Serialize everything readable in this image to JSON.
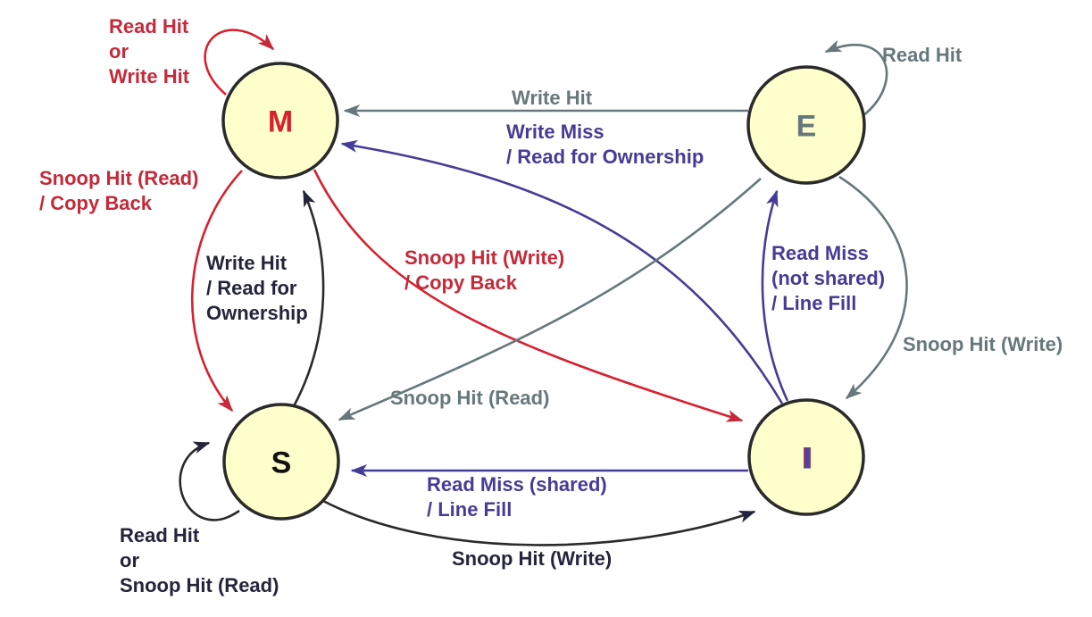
{
  "colors": {
    "background": "#FFFFFF",
    "node_fill": "#FFFFCC",
    "node_border": "#2A2A2A",
    "red": "#C42A3A",
    "gray_teal": "#66787B",
    "purple": "#453C96",
    "black": "#24243C",
    "m_letter": "#D8202E",
    "i_letter": "#4A44A8"
  },
  "states": {
    "m": {
      "label": "M"
    },
    "e": {
      "label": "E"
    },
    "s": {
      "label": "S"
    },
    "i": {
      "label": "I"
    }
  },
  "transitions": {
    "m_self": {
      "from": "M",
      "to": "M",
      "color": "red",
      "label": "Read Hit\nor\nWrite Hit"
    },
    "e_self": {
      "from": "E",
      "to": "E",
      "color": "gray",
      "label": "Read Hit"
    },
    "e_to_m": {
      "from": "E",
      "to": "M",
      "color": "gray",
      "label": "Write Hit"
    },
    "i_to_m": {
      "from": "I",
      "to": "M",
      "color": "purple",
      "label": "Write Miss\n/ Read for Ownership"
    },
    "m_to_s": {
      "from": "M",
      "to": "S",
      "color": "red",
      "label": "Snoop Hit (Read)\n/ Copy Back"
    },
    "s_to_m": {
      "from": "S",
      "to": "M",
      "color": "black",
      "label": "Write Hit\n/ Read for\nOwnership"
    },
    "m_to_i": {
      "from": "M",
      "to": "I",
      "color": "red",
      "label": "Snoop Hit (Write)\n/ Copy Back"
    },
    "i_to_e": {
      "from": "I",
      "to": "E",
      "color": "purple",
      "label": "Read Miss\n(not shared)\n/ Line Fill"
    },
    "e_to_i": {
      "from": "E",
      "to": "I",
      "color": "gray",
      "label": "Snoop Hit (Write)"
    },
    "e_to_s": {
      "from": "E",
      "to": "S",
      "color": "gray",
      "label": "Snoop Hit (Read)"
    },
    "i_to_s": {
      "from": "I",
      "to": "S",
      "color": "purple",
      "label": "Read Miss (shared)\n/ Line Fill"
    },
    "s_to_i": {
      "from": "S",
      "to": "I",
      "color": "black",
      "label": "Snoop Hit (Write)"
    },
    "s_self": {
      "from": "S",
      "to": "S",
      "color": "black",
      "label": "Read Hit\nor\nSnoop Hit (Read)"
    }
  }
}
